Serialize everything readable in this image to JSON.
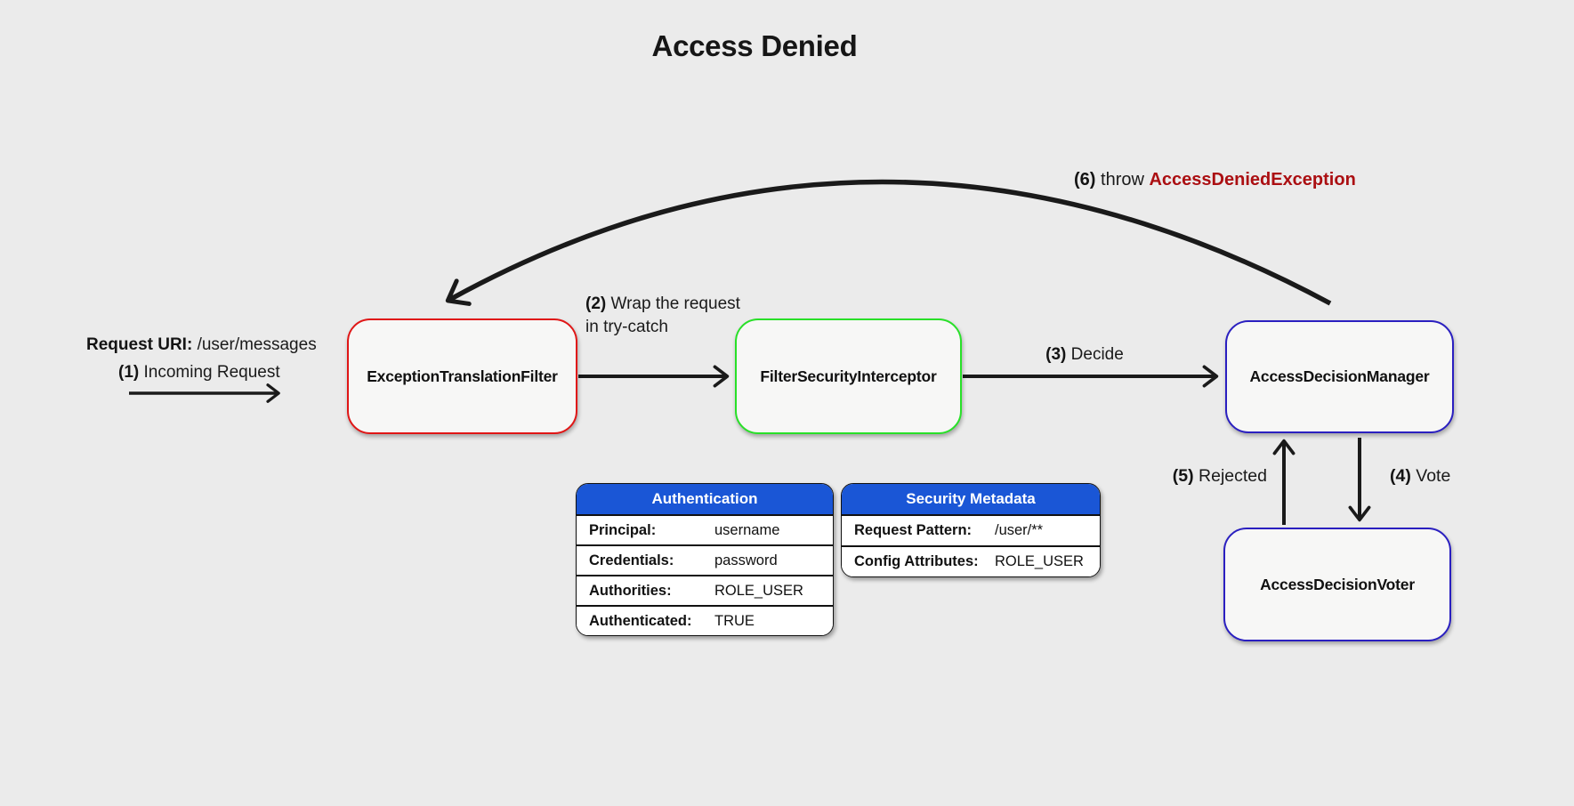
{
  "title": "Access Denied",
  "annotations": {
    "request_uri": {
      "label": "Request URI:",
      "value": "/user/messages"
    },
    "step1": {
      "num": "(1)",
      "text": "Incoming Request"
    },
    "step2": {
      "num": "(2)",
      "line1": "Wrap the request",
      "line2": "in try-catch"
    },
    "step3": {
      "num": "(3)",
      "text": "Decide"
    },
    "step4": {
      "num": "(4)",
      "text": "Vote"
    },
    "step5": {
      "num": "(5)",
      "text": "Rejected"
    },
    "step6": {
      "num": "(6)",
      "text": "throw",
      "exception": "AccessDeniedException"
    }
  },
  "nodes": {
    "exception_translation_filter": {
      "label": "ExceptionTranslationFilter",
      "border_color": "#e01616"
    },
    "filter_security_interceptor": {
      "label": "FilterSecurityInterceptor",
      "border_color": "#28e028"
    },
    "access_decision_manager": {
      "label": "AccessDecisionManager",
      "border_color": "#2a1fc0"
    },
    "access_decision_voter": {
      "label": "AccessDecisionVoter",
      "border_color": "#2a1fc0"
    }
  },
  "tables": {
    "authentication": {
      "title": "Authentication",
      "header_color": "#1a56d6",
      "rows": [
        {
          "label": "Principal:",
          "value": "username"
        },
        {
          "label": "Credentials:",
          "value": "password"
        },
        {
          "label": "Authorities:",
          "value": "ROLE_USER"
        },
        {
          "label": "Authenticated:",
          "value": "TRUE"
        }
      ]
    },
    "security_metadata": {
      "title": "Security Metadata",
      "header_color": "#1a56d6",
      "rows": [
        {
          "label": "Request Pattern:",
          "value": "/user/**"
        },
        {
          "label": "Config Attributes:",
          "value": "ROLE_USER"
        }
      ]
    }
  },
  "colors": {
    "background": "#ebebeb",
    "line": "#1a1a1a",
    "exception_text": "#ab0f12",
    "node_fill": "#f7f7f6",
    "table_header": "#1a56d6"
  }
}
